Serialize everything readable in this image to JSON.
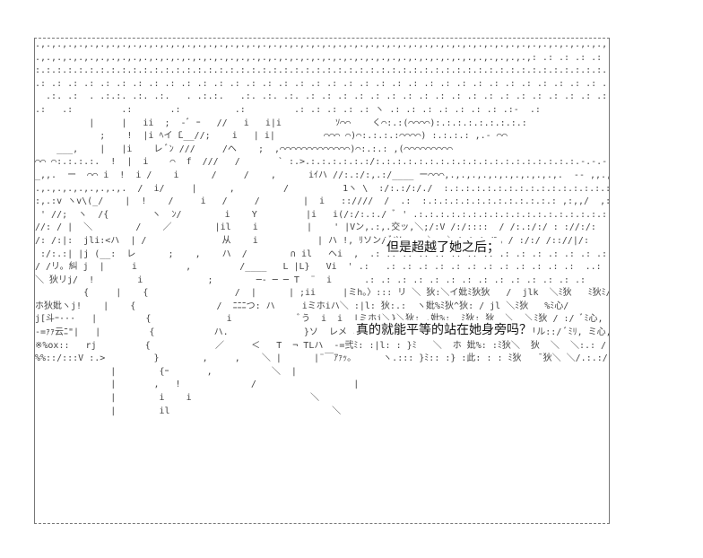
{
  "art_lines": [
    ".,.,.,.,.,.,.,.,.,.,.,.,.,.,.,.,.,.,.,.,.,.,.,.,.,.,.,.,.,.,.,.,.,.,.,.,.,.,.,.,.,.,.,.,.,.,.,.,.,.,.,.,.,.,.,.,.,.,. .: .: .: .: .: .: .  .,.,.,.,.,.,.,:",
    ".,.,.,.,.,.,.,.,.,.,.,.,.,.,.,.,.,.,.,.,.,.,.,.,.,.,.,.,.,.,.,.,.,.,.,.,.,.,.,.,.,.,.,.,.,.,: .: .: .: .: .: .: .:   .: .: .: .,.,.,.,.,.",
    ":.:.:.:.:.:.:.:.:.:.:.:.:.:.:.:.:.:.:.:.:.:.:.:.:.:.:.:.:.:.:.:.:.:.:.:.:.:.:.:.:.:.:.:.:.:.:.:.:.:.:.:.:.:.:.:.:.:⌒):.:.:.:.:.:.:.:.:.:.:.:.:.",
    ".: .: .: .: .: .: .: .: .: .: .: .: .: .: .: .: .: .: .: .: .: .: .: .: .: .: .: .: .: .: .: .: .: .: .: .: .: .: .: .: .: .: .: .: .: .: .: .: .:",
    "  .:. .:  . .:.:. .:. .:.   . .:.:.   .:. .:. .:. .: .: .: .: .: .: .: .: .: .: .: .: .: .: .: .: .: .: .:",
    ".:   .:         .:       .:          .:         .: .: .: .: .: ヽ .: .: .: .: .: .: .: .:-  .:",
    "          |     |   ii  ;  -ﾞ ｰ   //   i   i|i          ｿ⌒⌒    く⌒:.:(⌒⌒⌒⌒):.:.:.:.:.:.:.:.:",
    "            ;    !  |i ﾍイ ̄L__//;    i   | i|         ⌒⌒⌒ ⌒)⌒:.:.:.:⌒⌒⌒⌒) :.:.:.: ,.- ⌒⌒",
    "    ___,    |   |i    レ ﾞﾝ ///     /ヘ    ;  ,⌒⌒⌒⌒⌒⌒⌒⌒⌒⌒⌒⌒⌒)⌒:.:.: ,(⌒⌒⌒⌒⌒⌒⌒⌒⌒",
    "⌒⌒ ⌒:.:.:.:.  !  |  i    ⌒  f  ///   /       ` :.>.:.:.:.:.:.:/:.:.:.:.:.:.:.:.:.:.:.:.:.:.:.:.:.:.:.-.-.-.-.-",
    "_,,.  ー  ⌒⌒ i  !  i /    i      /     /    ,      iｲハ //:.:/:,.:/____ ー⌒⌒⌒,.,.,.,.,.,.,.,.,.,.,.  -- ,,.,.",
    ".,.,.,.,.,.,.,.,.  /  i/     |      ,         /          1ヽ \\  :/:.:/:/./  :.:.:.:.:.:.:.:.:.:.:.:.:.:.:.:.:.:.:.:.:.:.;",
    ":,.:v ヽv\\(_/    |  !    /     i   /     /        |  i   ::////  /  .:  :.:.:.:.:.:.:.:.:.:.:.:.: ,:,,/  ,: /",
    " ' //;  ヽ  /{        ヽ  ﾝ/        i    Y         |i   i(/:/:.:./ ﾞ ' .:.:.:.:.:.:.:.:.:.:.:.:.:.:.:.:.:.:.  / /:/:",
    "//: / |  ＼        /    ／        |il    i         |    ' |Vン,.:,.交ッ,＼;/:V /:/::::  / /:.:/:/ : ://:/:",
    "/: /:|:  jli:<ハ  | /              从    i           | ハ !, ﾘソン/ ﾞツぃ,  ＼  ＼/ /:/ /%。/ :/:/ /:://|/:",
    " :/:.:| |j (__:  レ      ;    ,    ハ  /        ∩ il   ヘi  ,  .: .: .: .: .: .: .: .: .: .: .: .: .: .: .: .:",
    "/ /リ。糾 j  |     i         ,         /____   L |L}   Vi  ' .:   .: .: .: .: .: .: .: .: .: .: .: .:  ..:",
    "＼ 狄リj/  !        i            ;        ─‐ ─ ─ T  ¨  i      .: .: .: .: .: .: .: .: .: .: .: .: .: .:",
    "         {     |    {                /  |      | ;ii     |ミh。〉::: リ ＼ 狄:＼イ妣ﾐ狄狄   /  jlk  ＼ﾐ狄   ﾐ狄ﾐ/::/",
    "ホ狄妣ヽj!    |    {               /  ﾆﾆﾆつ: ハ     iミホiハ＼ :|l: 狄:.:  ヽ妣%ﾐ狄^狄: / jl ＼ﾐ狄   %ﾐ心/",
    "j[斗ｰ···   |         {              i            ﾞう  i  i  |ミホi＼}＼狄: ,妣%:  ﾐ狄: 狄  ＼  ＼ﾐ狄 / :/ ﾞﾐ心,",
    "-=ｧｧ云ﾆ\"|   |         {           ハ.              }ソ  レメ ミ: ホi＼,狄V妣%:  ﾐ狄＼  狄＼   ＼:リル::/ ﾞﾐﾘ, ミ心,",
    "※%ox::   rj         {            ／     ＜   T  ¬ TLハ  ‐=弐ﾐ: :|l: : }ﾐ   ＼  ホ 妣%: :ﾐ狄＼  狄  ＼  ＼:.: /   ﾞホﾐﾐ",
    "%%::/:::V :.>         }        ,     ,    ＼ |      |¨￣ｱｧｯ。     ヽ.::: }ﾐ:: :} :此: : : ﾐ狄   ¯狄＼ ＼/.:.:/: / ＼.:.: ﾞホ",
    "              |        {ｰ       ,           ＼  |",
    "              |       ,   !             /                  |",
    "              |        i    i                      ＼",
    "              |        il                              ＼"
  ],
  "captions": {
    "line1": "但是超越了她之后；",
    "line2": "真的就能平等的站在她身旁吗？"
  }
}
